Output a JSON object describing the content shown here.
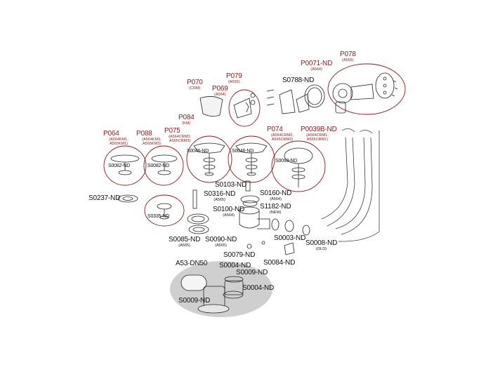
{
  "colors": {
    "accent_red": "#8b1a1a",
    "line": "#222222",
    "group_fill": "#cfcfcf"
  },
  "labels": [
    {
      "id": "P078",
      "code": "P078",
      "sub": "(A565)"
    },
    {
      "id": "P0071",
      "code": "P0071-ND",
      "sub": "(A564)"
    },
    {
      "id": "S0788",
      "code": "S0788-ND",
      "sub": ""
    },
    {
      "id": "P079",
      "code": "P079",
      "sub": "(A565)"
    },
    {
      "id": "P069",
      "code": "P069",
      "sub": "(A564)"
    },
    {
      "id": "P070",
      "code": "P070",
      "sub": "(CRM)"
    },
    {
      "id": "P084",
      "code": "P084",
      "sub": "(KM)"
    },
    {
      "id": "P064",
      "code": "P064",
      "sub": "(A564KM1, A565KM1)"
    },
    {
      "id": "P088",
      "code": "P088",
      "sub": "(A564KM3, A565KM3)"
    },
    {
      "id": "P075",
      "code": "P075",
      "sub": "(A564CRM3, A565CRM3)"
    },
    {
      "id": "P074",
      "code": "P074",
      "sub": "(A564CRM2, A565CRM2)"
    },
    {
      "id": "P0039B",
      "code": "P0039B-ND",
      "sub": "(A564CRM1, A565CRM1)"
    },
    {
      "id": "S0082a",
      "code": "S0082-ND",
      "sub": ""
    },
    {
      "id": "S0082b",
      "code": "S0082-ND",
      "sub": ""
    },
    {
      "id": "S0046a",
      "code": "S0046-ND",
      "sub": ""
    },
    {
      "id": "S0046b",
      "code": "S0046-ND",
      "sub": ""
    },
    {
      "id": "S0093",
      "code": "S0093-ND",
      "sub": ""
    },
    {
      "id": "S0237",
      "code": "S0237-ND",
      "sub": ""
    },
    {
      "id": "S0316",
      "code": "S0316-ND",
      "sub": "(A565)"
    },
    {
      "id": "S0103",
      "code": "S0103-ND",
      "sub": ""
    },
    {
      "id": "S0160",
      "code": "S0160-ND",
      "sub": "(A564)"
    },
    {
      "id": "S0335",
      "code": "S0335-ND",
      "sub": ""
    },
    {
      "id": "S0100",
      "code": "S0100-ND",
      "sub": "(A564)"
    },
    {
      "id": "S1182",
      "code": "S1182-ND",
      "sub": "(NEW)"
    },
    {
      "id": "S0085",
      "code": "S0085-ND",
      "sub": "(A565)"
    },
    {
      "id": "S0090",
      "code": "S0090-ND",
      "sub": "(A565)"
    },
    {
      "id": "S0003",
      "code": "S0003-ND",
      "sub": ""
    },
    {
      "id": "S0008",
      "code": "S0008-ND",
      "sub": "(OLD)"
    },
    {
      "id": "S0079",
      "code": "S0079-ND",
      "sub": ""
    },
    {
      "id": "S0084",
      "code": "S0084-ND",
      "sub": ""
    },
    {
      "id": "A53",
      "code": "A53-DN50",
      "sub": ""
    },
    {
      "id": "S0004a",
      "code": "S0004-ND",
      "sub": ""
    },
    {
      "id": "S0009a",
      "code": "S0009-ND",
      "sub": ""
    },
    {
      "id": "S0004b",
      "code": "S0004-ND",
      "sub": ""
    },
    {
      "id": "S0009b",
      "code": "S0009-ND",
      "sub": ""
    }
  ]
}
